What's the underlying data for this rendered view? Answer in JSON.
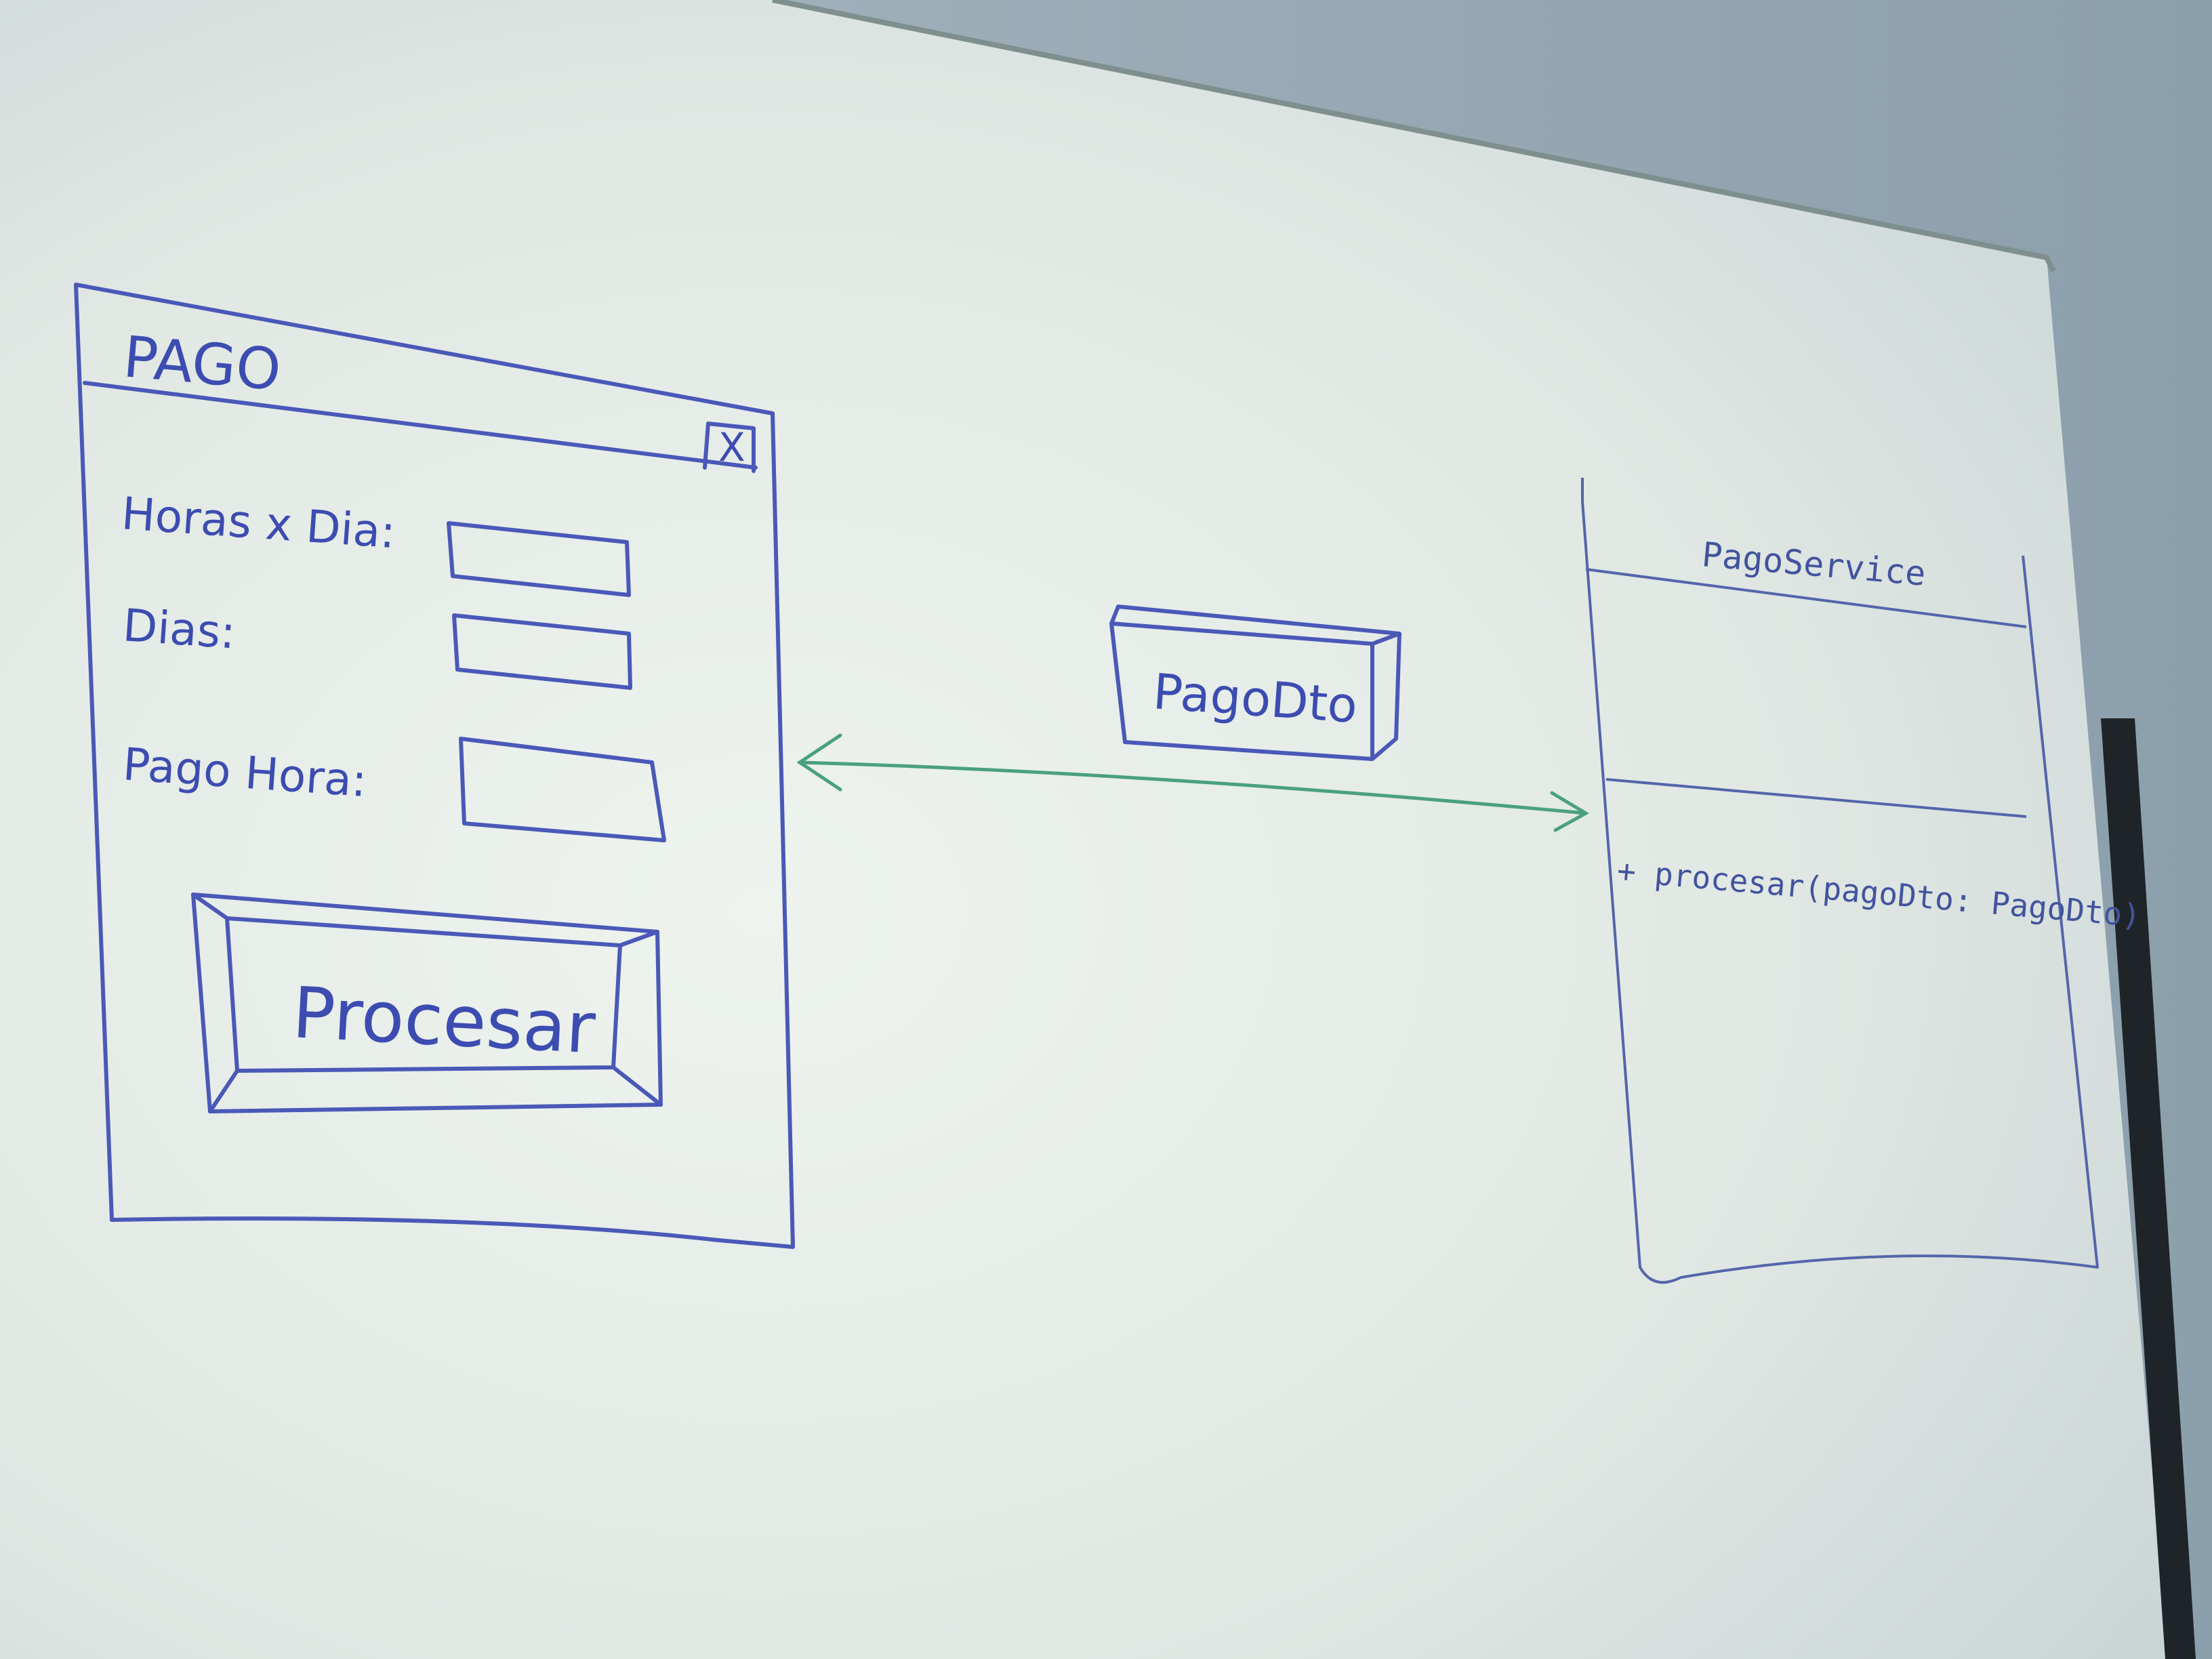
{
  "window": {
    "title": "PAGO",
    "close_label": "X",
    "fields": [
      {
        "label": "Horas x Dia:",
        "value": ""
      },
      {
        "label": "Dias:",
        "value": ""
      },
      {
        "label": "Pago Hora:",
        "value": ""
      }
    ],
    "button_label": "Procesar"
  },
  "dto": {
    "label": "PagoDto"
  },
  "service": {
    "name": "PagoService",
    "method": "+ procesar(pagoDto: PagoDto)"
  },
  "colors": {
    "ink_blue": "#3c4cb0",
    "arrow_green": "#4aa080",
    "board": "#e7ede8",
    "wall": "#9fb0bc"
  }
}
